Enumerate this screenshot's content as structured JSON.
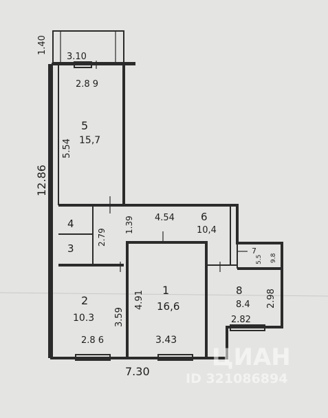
{
  "plan": {
    "rooms": {
      "r1": {
        "number": "1",
        "area": "16,6"
      },
      "r2": {
        "number": "2",
        "area": "10.3"
      },
      "r3": {
        "number": "3"
      },
      "r4": {
        "number": "4"
      },
      "r5": {
        "number": "5",
        "area": "15,7"
      },
      "r6": {
        "number": "6",
        "area": "10,4"
      },
      "r7": {
        "number": "7"
      },
      "r8": {
        "number": "8",
        "area": "8.4"
      }
    },
    "dimensions": {
      "balcony_width": "3.10",
      "balcony_depth": "1.40",
      "room5_width": "2.8 9",
      "room5_length": "5.54",
      "total_length": "12.86",
      "room4_length": "2.79",
      "corridor_small": "1.39",
      "room6_width": "4.54",
      "room1_length": "4.91",
      "room2_length": "3.59",
      "room2_width": "2.8 6",
      "room1_width": "3.43",
      "room8_width": "2.82",
      "room8_length": "2.98",
      "room7_a": "5.5",
      "room7_b": "9.8",
      "total_width": "7.30"
    },
    "watermark": {
      "brand": "ЦИАН",
      "id": "ID 321086894"
    }
  }
}
